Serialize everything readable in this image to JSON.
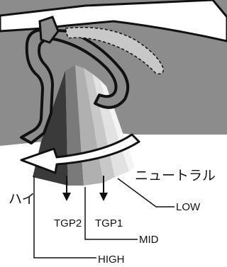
{
  "labels": {
    "neutral": "ニュートラル",
    "hi": "ハイ",
    "low": "LOW",
    "tgp1": "TGP1",
    "tgp2": "TGP2",
    "mid": "MID",
    "high": "HIGH"
  },
  "colors": {
    "background_panel": "#8c8c8c",
    "outline": "#111111",
    "low_sector": "#d6d6d6",
    "tgp1_sector": "#ececec",
    "mid_sector": "#b0b0b0",
    "tgp2_sector": "#c8c8c8",
    "high_sector": "#3a3a3a"
  }
}
